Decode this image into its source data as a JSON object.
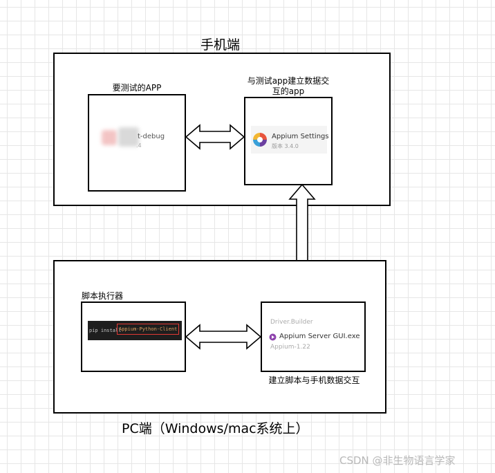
{
  "phone_section": {
    "title": "手机端",
    "test_app": {
      "label": "要测试的APP",
      "app_name": "t-debug",
      "app_sub": ".4"
    },
    "appium_settings": {
      "label": "与测试app建立数据交互的app",
      "app_name": "Appium Settings",
      "version": "版本 3.4.0"
    }
  },
  "pc_section": {
    "title": "PC端（Windows/mac系统上）",
    "script_runner": {
      "label": "脚本执行器",
      "command_prefix": "pip install",
      "command_package": "Appium-Python-Client"
    },
    "appium_server": {
      "label": "建立脚本与手机数据交互",
      "file_top": "Driver.Builder",
      "file_name": "Appium Server GUI.exe",
      "file_bottom": "Appium-1.22"
    }
  },
  "watermark": "CSDN @非生物语言学家",
  "colors": {
    "border": "#000000",
    "highlight_red": "#e53935",
    "appium_purple": "#8e44ad"
  }
}
